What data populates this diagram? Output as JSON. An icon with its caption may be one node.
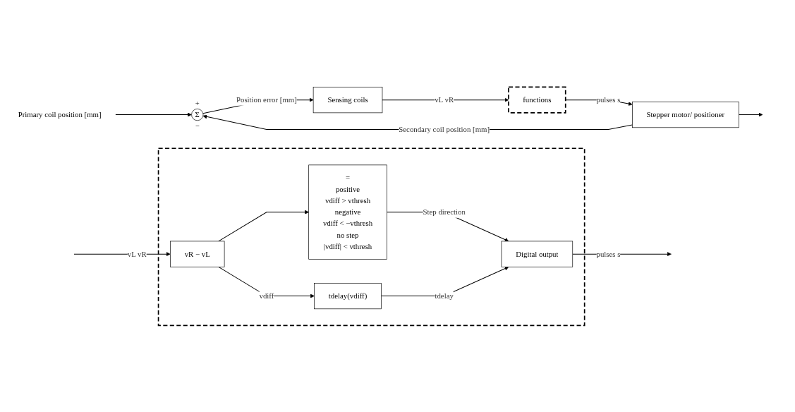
{
  "diagram": {
    "nodes": [
      {
        "text": [
          "Primary coil position [mm]"
        ]
      },
      {
        "text": [
          "Σ"
        ],
        "beside": [
          "+",
          "−"
        ]
      },
      {
        "text": [
          "Sensing coils"
        ]
      },
      {
        "text": [
          "functions"
        ]
      },
      {
        "text": [
          "Stepper motor/ positioner"
        ]
      },
      {
        "text": [],
        "shape": "box"
      },
      {
        "text": [
          "vR − vL"
        ],
        "in": 5
      },
      {
        "text": [
          "=",
          "positive",
          "vdiff > vthresh",
          "negative",
          "vdiff < −vthresh",
          "no step",
          "|vdiff| < vthresh"
        ],
        "in": 5
      },
      {
        "text": [
          "tdelay(vdiff)"
        ],
        "in": 5
      },
      {
        "text": [
          "Digital output"
        ],
        "in": 5
      }
    ],
    "edges": [
      {
        "from": 0,
        "to": 1,
        "arrow": "to"
      },
      {
        "from": 1,
        "to": 2,
        "arrow": "to",
        "label": "Position error [mm]"
      },
      {
        "from": 2,
        "to": 3,
        "arrow": "to",
        "label": "vL vR"
      },
      {
        "from": 3,
        "to": 4,
        "arrow": "to",
        "label": "pulses s"
      },
      {
        "from": 4,
        "to": null,
        "arrow": "to"
      },
      {
        "from": 4,
        "to": 1,
        "arrow": "to",
        "label": "Secondary coil position [mm]"
      },
      {
        "from": null,
        "to": 6,
        "arrow": "to",
        "label": "vL vR"
      },
      {
        "from": 6,
        "to": 7,
        "arrow": "to"
      },
      {
        "from": 6,
        "to": 8,
        "arrow": "to",
        "label": "vdiff"
      },
      {
        "from": 7,
        "to": 9,
        "arrow": "to",
        "label": "Step direction"
      },
      {
        "from": 8,
        "to": 9,
        "arrow": "to",
        "label": "tdelay"
      },
      {
        "from": 9,
        "to": null,
        "arrow": "to",
        "label": "pulses s"
      }
    ]
  }
}
